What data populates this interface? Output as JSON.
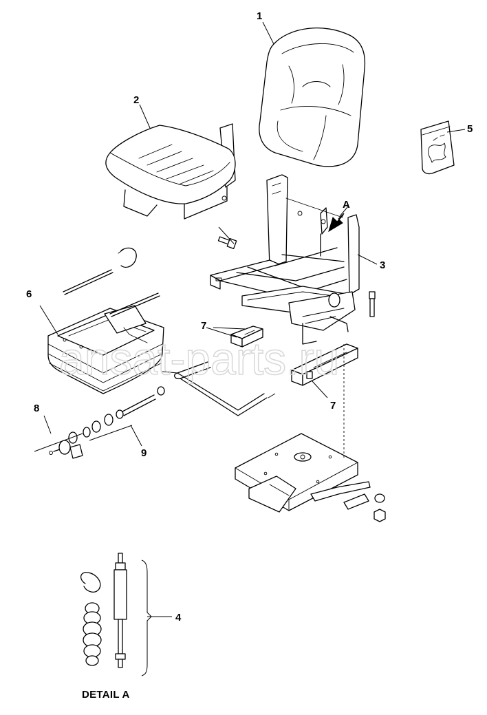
{
  "callouts": {
    "c1": "1",
    "c2": "2",
    "c3": "3",
    "c4": "4",
    "c5": "5",
    "c6": "6",
    "c7a": "7",
    "c7b": "7",
    "c8": "8",
    "c9": "9",
    "cA": "A"
  },
  "detail_label": "DETAIL A",
  "watermark": "ansat-parts.ru"
}
